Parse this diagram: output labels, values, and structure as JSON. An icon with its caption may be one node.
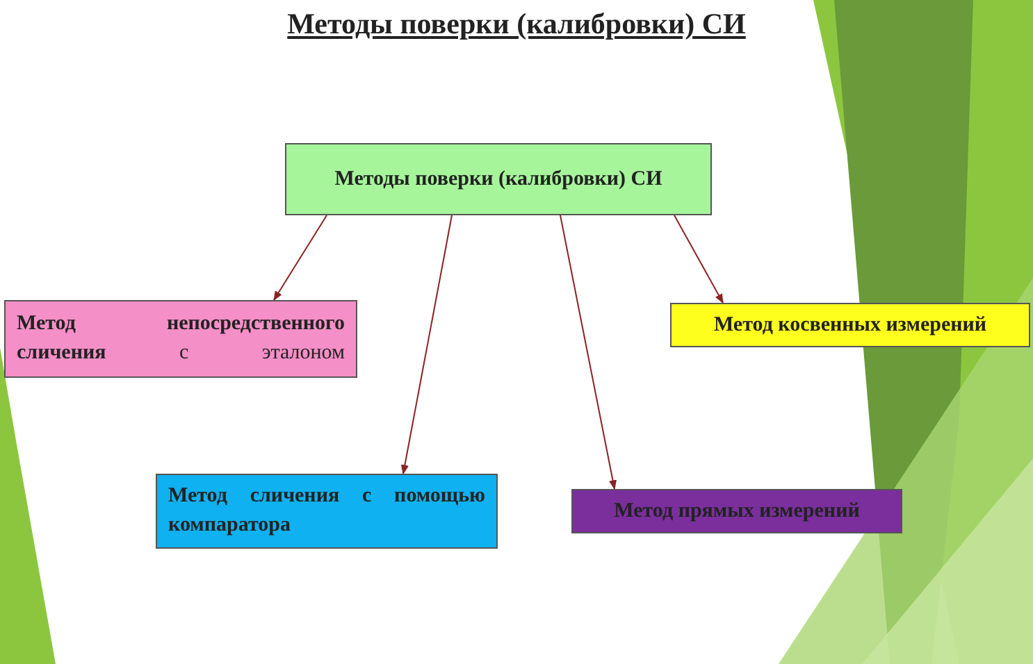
{
  "diagram": {
    "title": "Методы поверки (калибровки) СИ",
    "nodes": [
      {
        "text": [
          "Методы поверки (калибровки) СИ"
        ]
      },
      {
        "text": [
          "**Метод непосредственного сличения** с эталоном"
        ]
      },
      {
        "text": [
          "Метод косвенных измерений"
        ]
      },
      {
        "text": [
          "Метод сличения с помощью компаратора"
        ]
      },
      {
        "text": [
          "Метод прямых измерений"
        ]
      }
    ],
    "edges": [
      {
        "from": 0,
        "to": 1,
        "arrow": "to"
      },
      {
        "from": 0,
        "to": 3,
        "arrow": "to"
      },
      {
        "from": 0,
        "to": 4,
        "arrow": "to"
      },
      {
        "from": 0,
        "to": 2,
        "arrow": "to"
      }
    ]
  }
}
